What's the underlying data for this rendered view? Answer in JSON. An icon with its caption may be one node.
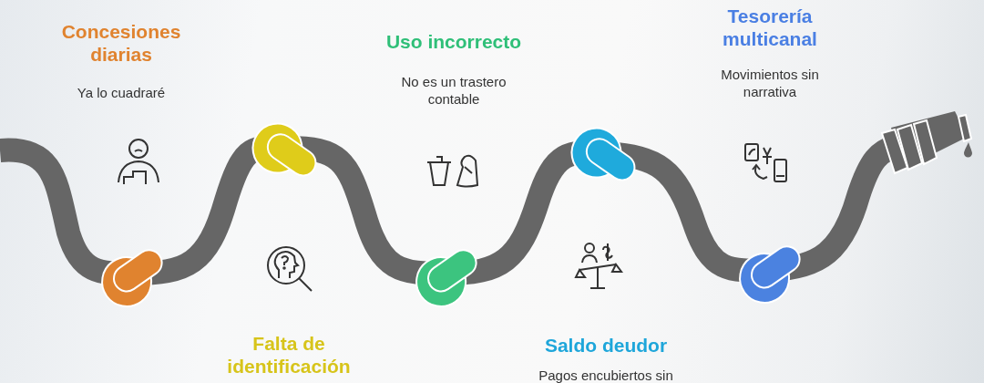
{
  "diagram": {
    "labels": [
      "Concesiones diarias",
      "Ya lo cuadraré",
      "Falta de identificación",
      "Uso incorrecto",
      "No es un trastero contable",
      "Saldo deudor",
      "Pagos encubiertos sin",
      "Tesorería multicanal",
      "Movimientos sin narrativa"
    ]
  }
}
